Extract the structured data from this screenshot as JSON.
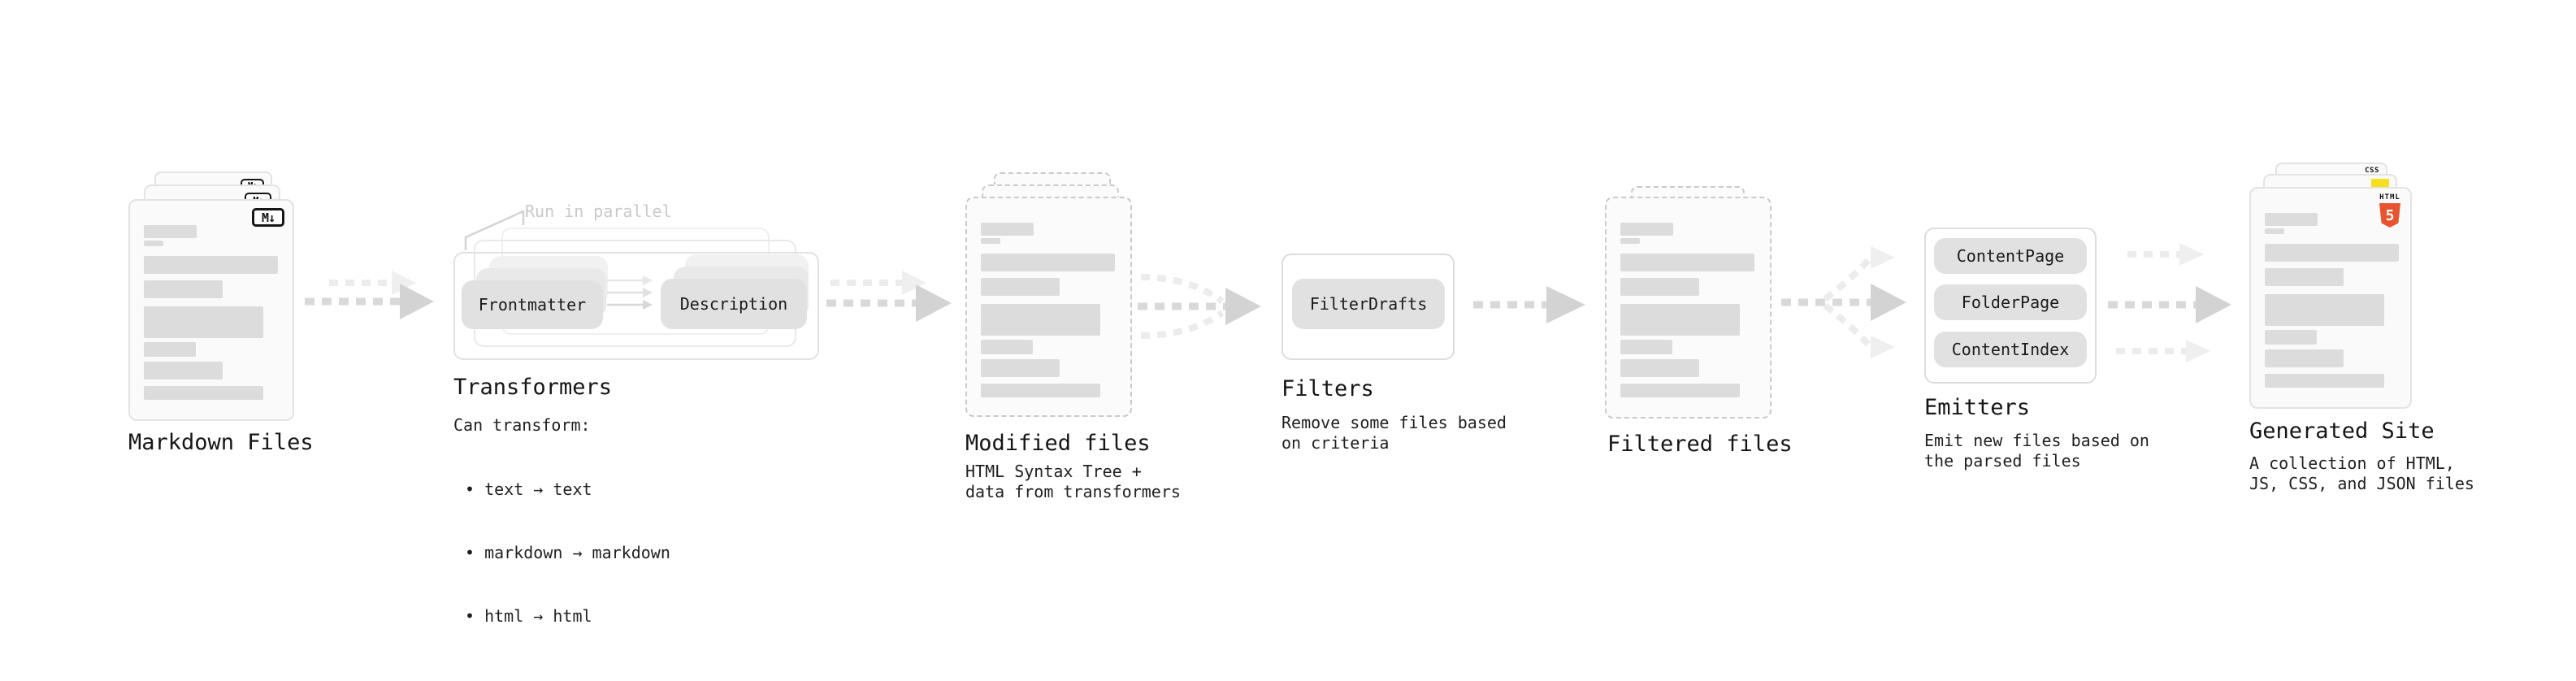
{
  "annotation": {
    "run_in_parallel": "Run in parallel"
  },
  "stages": {
    "markdown_files": {
      "title": "Markdown Files",
      "badge_label": "M↓"
    },
    "transformers": {
      "title": "Transformers",
      "description_heading": "Can transform:",
      "bullets": [
        "• text → text",
        "• markdown → markdown",
        "• html → html"
      ],
      "pill_left": "Frontmatter",
      "pill_right": "Description"
    },
    "modified_files": {
      "title": "Modified files",
      "subtitle_line1": "HTML Syntax Tree +",
      "subtitle_line2": "data from transformers"
    },
    "filters": {
      "title": "Filters",
      "subtitle_line1": "Remove some files based",
      "subtitle_line2": "on criteria",
      "pill": "FilterDrafts"
    },
    "filtered_files": {
      "title": "Filtered files"
    },
    "emitters": {
      "title": "Emitters",
      "subtitle_line1": "Emit new files based on",
      "subtitle_line2": "the parsed files",
      "pills": [
        "ContentPage",
        "FolderPage",
        "ContentIndex"
      ]
    },
    "generated_site": {
      "title": "Generated Site",
      "subtitle_line1": "A collection of HTML,",
      "subtitle_line2": "JS, CSS, and JSON files",
      "badges": {
        "html5_word": "HTML",
        "html5_number": "5",
        "css_label": "CSS"
      }
    }
  },
  "brand_colors": {
    "html5_orange": "#e8542f",
    "js_yellow": "#f7df1e",
    "css_blue": "#2f5bea"
  }
}
